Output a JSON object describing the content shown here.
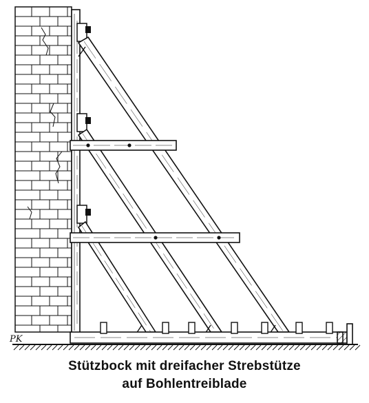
{
  "caption": {
    "line1": "Stützbock mit dreifacher Strebstütze",
    "line2": "auf Bohlentreiblade"
  },
  "signature": "PK",
  "colors": {
    "ink": "#111111",
    "paper": "#ffffff"
  }
}
